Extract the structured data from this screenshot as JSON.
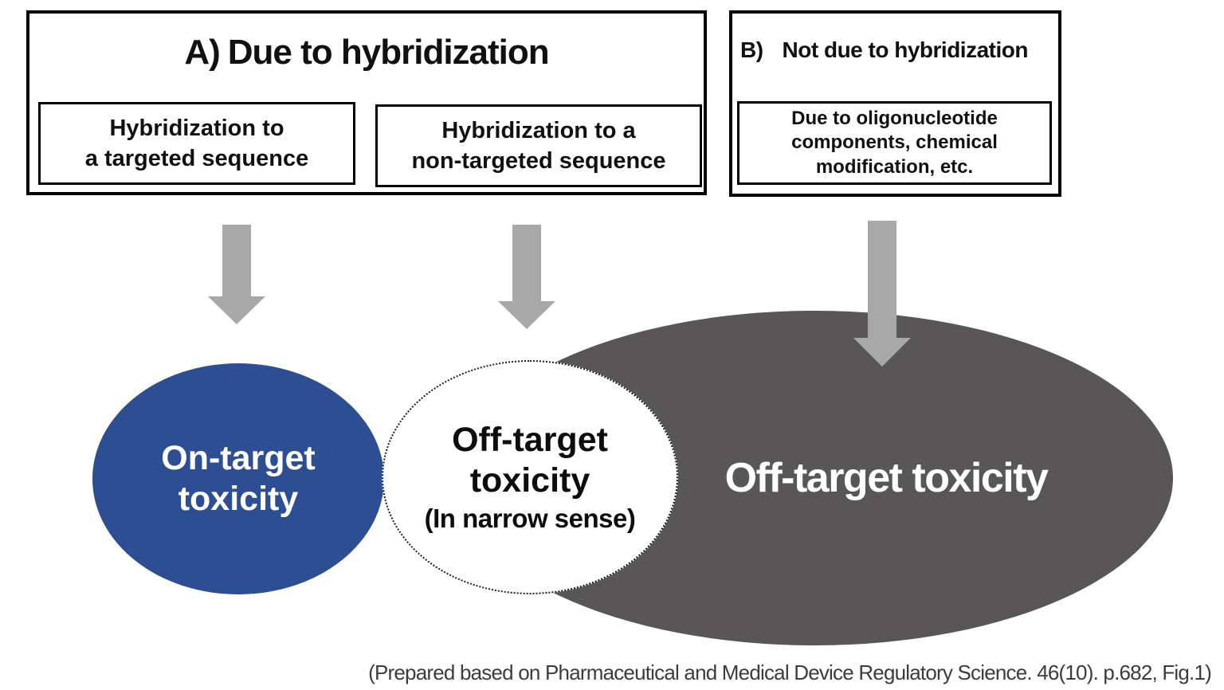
{
  "section_a": {
    "title_prefix": "A)",
    "title": "Due to hybridization",
    "sub_boxes": [
      {
        "lines": [
          "Hybridization to",
          "a targeted sequence"
        ]
      },
      {
        "lines": [
          "Hybridization to a",
          "non-targeted sequence"
        ]
      }
    ]
  },
  "section_b": {
    "title_prefix": "B)",
    "title": "Not due to hybridization",
    "sub_boxes": [
      {
        "lines": [
          "Due to oligonucleotide",
          "components, chemical",
          "modification, etc."
        ]
      }
    ]
  },
  "venn": {
    "on_target": {
      "lines": [
        "On-target",
        "toxicity"
      ]
    },
    "off_target_narrow": {
      "lines": [
        "Off-target",
        "toxicity"
      ],
      "note": "(In narrow sense)"
    },
    "off_target_broad": {
      "label": "Off-target toxicity"
    }
  },
  "caption": "(Prepared based on Pharmaceutical and Medical Device Regulatory Science. 46(10). p.682, Fig.1)",
  "colors": {
    "on_target_fill": "#2E4E93",
    "off_target_fill": "#585656",
    "arrow_fill": "#A8A8A8",
    "border": "#000000",
    "caption_text": "#3C3C3C"
  }
}
